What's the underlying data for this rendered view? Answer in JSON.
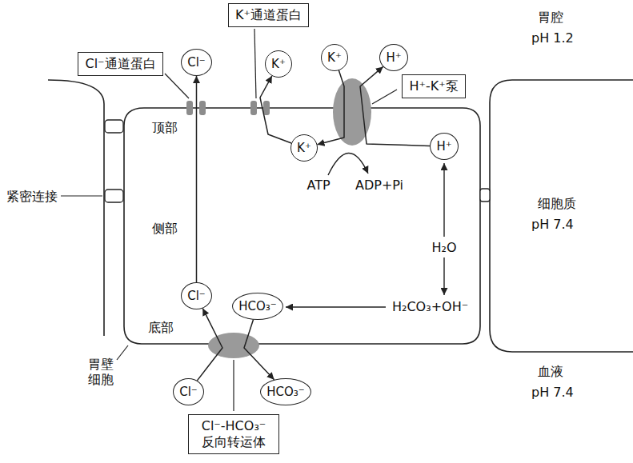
{
  "diagram": {
    "nodes": [
      {
        "text": [
          "K⁺通道蛋白"
        ]
      },
      {
        "text": [
          "Cl⁻通道蛋白"
        ]
      },
      {
        "text": [
          "Cl⁻"
        ]
      },
      {
        "text": [
          "K⁺"
        ]
      },
      {
        "text": [
          "K⁺"
        ]
      },
      {
        "text": [
          "H⁺"
        ]
      },
      {
        "text": [
          "H⁺-K⁺泵"
        ]
      },
      {
        "text": [
          "K⁺"
        ]
      },
      {
        "text": [
          "H⁺"
        ]
      },
      {
        "text": [
          "Cl⁻"
        ]
      },
      {
        "text": [
          "HCO₃⁻"
        ]
      },
      {
        "text": [
          "Cl⁻"
        ]
      },
      {
        "text": [
          "HCO₃⁻"
        ]
      },
      {
        "text": [
          "Cl⁻-HCO₃⁻ 反向转运体"
        ]
      }
    ],
    "edges": [
      {
        "from": 9,
        "to": 2,
        "arrow": "to"
      },
      {
        "from": 7,
        "to": 3,
        "arrow": "to"
      },
      {
        "from": 4,
        "to": 7,
        "arrow": "to"
      },
      {
        "from": 8,
        "to": 5,
        "arrow": "to"
      },
      {
        "from": 11,
        "to": 9,
        "arrow": "to"
      },
      {
        "from": 10,
        "to": 12,
        "arrow": "to"
      }
    ],
    "labels": [
      "胃腔",
      "pH 1.2",
      "顶部",
      "紧密连接",
      "侧部",
      "ATP",
      "ADP+Pi",
      "H₂O",
      "细胞质",
      "pH 7.4",
      "H₂CO₃+OH⁻",
      "底部",
      "胃壁细胞",
      "血液",
      "pH 7.4"
    ]
  }
}
